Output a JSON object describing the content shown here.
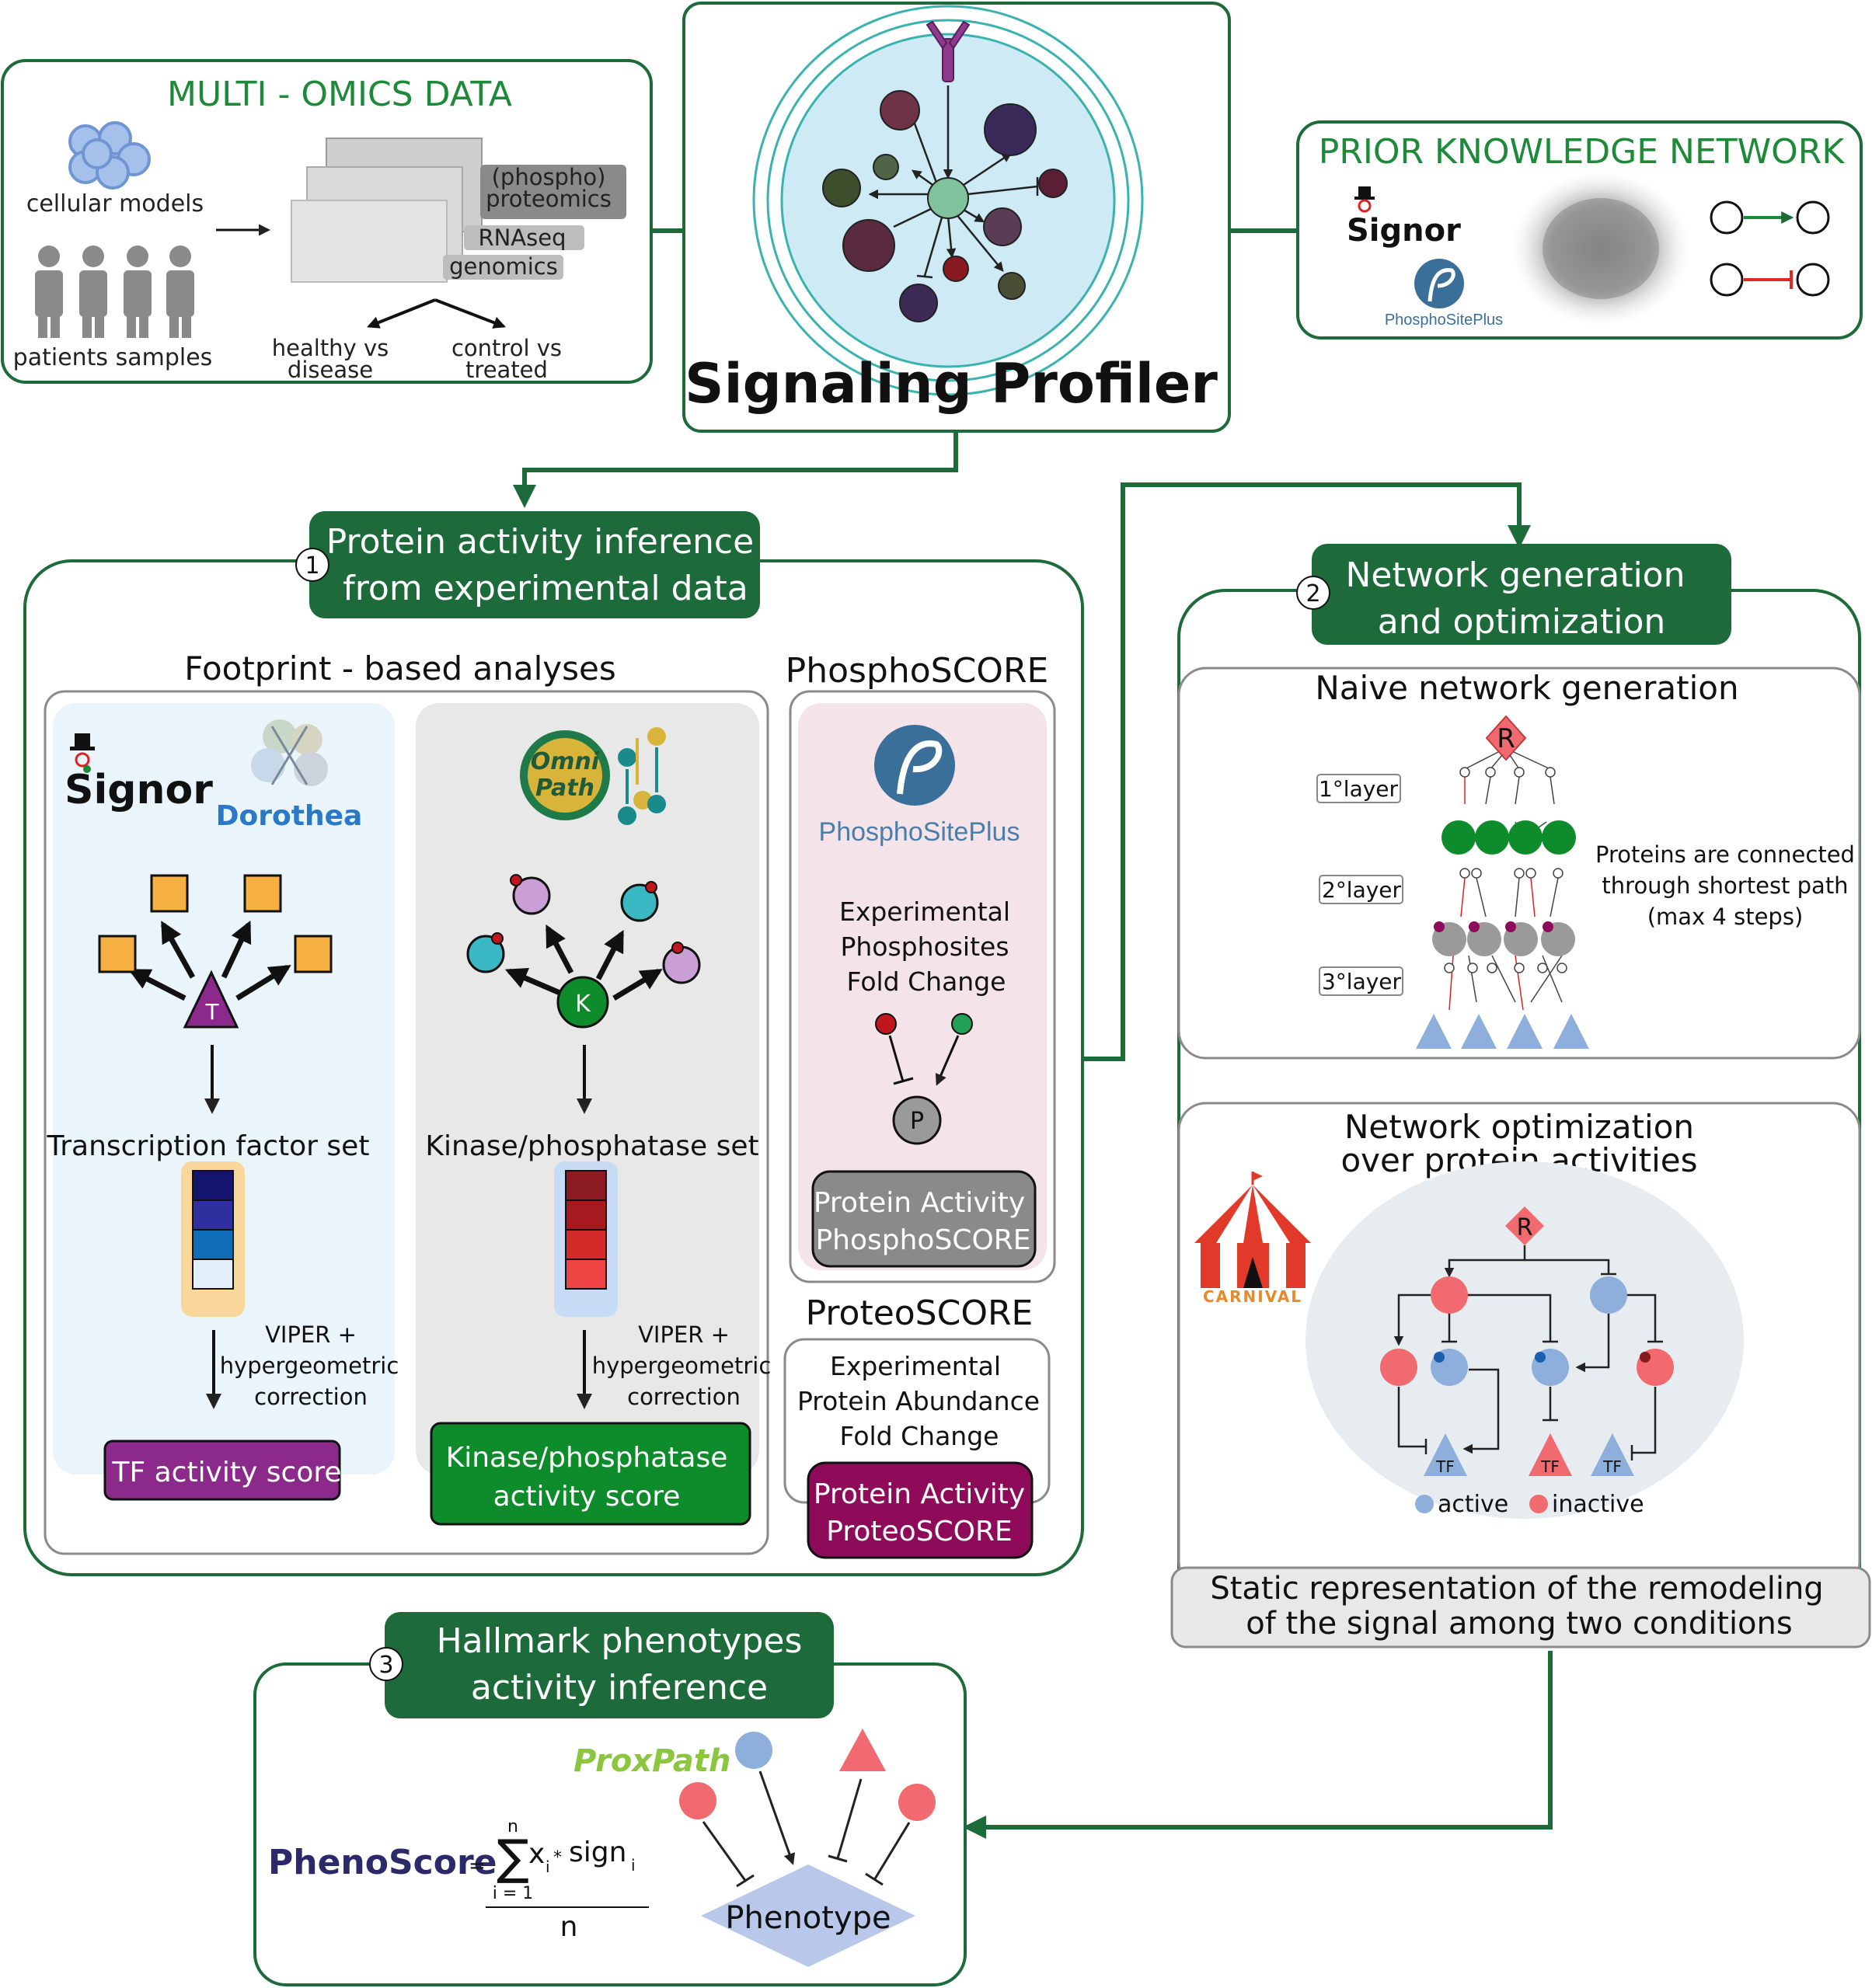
{
  "multi_omics": {
    "title": "MULTI - OMICS DATA",
    "cellular_models": "cellular models",
    "patients_samples": "patients samples",
    "layers": [
      "(phospho)",
      "proteomics",
      "RNAseq",
      "genomics"
    ],
    "comparisons": [
      [
        "healthy vs",
        "disease"
      ],
      [
        "control vs",
        "treated"
      ]
    ]
  },
  "signaling_profiler": {
    "title": "Signaling Profiler"
  },
  "prior_knowledge": {
    "title": "PRIOR KNOWLEDGE NETWORK",
    "signor": "Signor",
    "psp": "PhosphoSitePlus"
  },
  "step1": {
    "number": "1",
    "title": [
      "Protein activity inference",
      "from experimental data"
    ],
    "footprint_title": "Footprint - based analyses",
    "signor": "Signor",
    "dorothea": "Dorothea",
    "omnipath": [
      "Omni",
      "Path"
    ],
    "tf_label": "T",
    "kinase_label": "K",
    "tf_set": "Transcription factor set",
    "kinase_set": "Kinase/phosphatase set",
    "viper": [
      "VIPER +",
      "hypergeometric",
      "correction"
    ],
    "tf_score": "TF activity score",
    "kinase_score": [
      "Kinase/phosphatase",
      "activity score"
    ],
    "phosphoscore_title": "PhosphoSCORE",
    "psp": "PhosphoSitePlus",
    "phospho_exp": [
      "Experimental",
      "Phosphosites",
      "Fold Change"
    ],
    "p_label": "P",
    "phospho_activity": [
      "Protein Activity",
      "PhosphoSCORE"
    ],
    "proteoscore_title": "ProteoSCORE",
    "proteo_exp": [
      "Experimental",
      "Protein Abundance",
      "Fold Change"
    ],
    "proteo_activity": [
      "Protein Activity",
      "ProteoSCORE"
    ]
  },
  "step2": {
    "number": "2",
    "title": [
      "Network generation",
      "and optimization"
    ],
    "naive_title": "Naive network generation",
    "r_label": "R",
    "layers": [
      "1°layer",
      "2°layer",
      "3°layer"
    ],
    "shortest_path": [
      "Proteins are connected",
      "through shortest path",
      "(max 4 steps)"
    ],
    "opt_title": [
      "Network optimization",
      "over protein activities"
    ],
    "carnival": "CARNIVAL",
    "tf_label": "TF",
    "legend_active": "active",
    "legend_inactive": "inactive",
    "static_text": [
      "Static representation of the remodeling",
      "of the signal  among two conditions"
    ]
  },
  "step3": {
    "number": "3",
    "title": [
      "Hallmark phenotypes",
      "activity inference"
    ],
    "proxpath": "ProxPath",
    "phenoscore": "PhenoScore",
    "formula": {
      "equals": "=",
      "sigma": "∑",
      "upper": "n",
      "lower": "i = 1",
      "x": "x",
      "sub_i": "i",
      "star": "*",
      "sign": "sign",
      "denominator": "n"
    },
    "phenotype": "Phenotype"
  },
  "colors": {
    "dark_green": "#1d6b3a",
    "purple": "#8b2a8b",
    "kinase_green": "#0e8b2a",
    "magenta": "#8e0b5a",
    "active_blue": "#8eaedb",
    "inactive_red": "#f06a6f"
  }
}
